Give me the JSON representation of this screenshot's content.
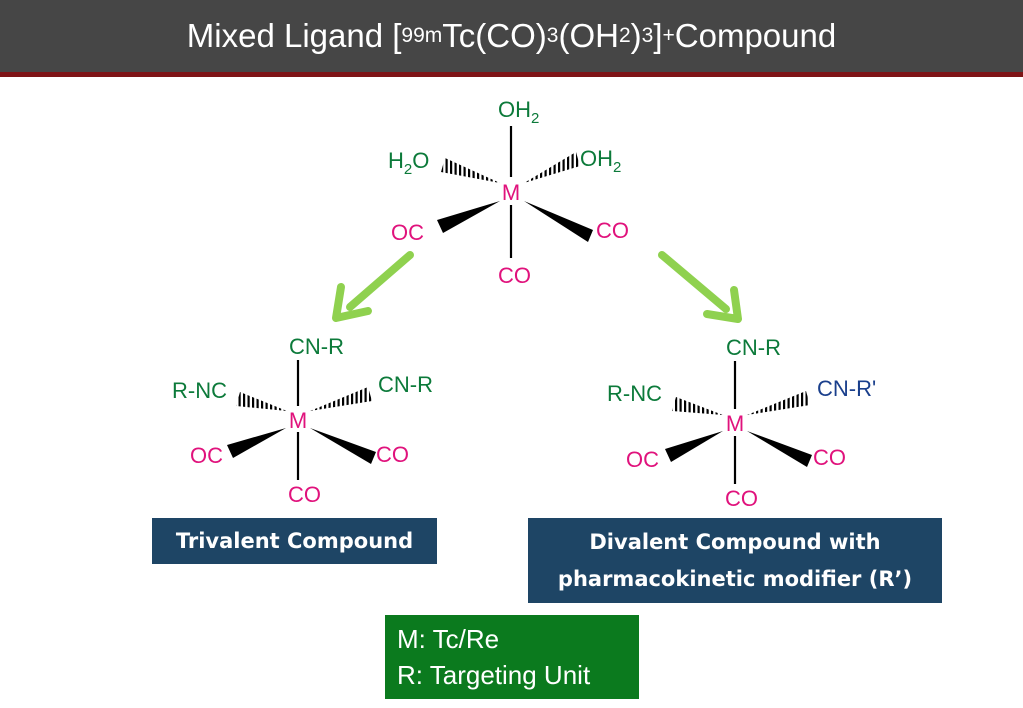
{
  "title": {
    "pre": "Mixed Ligand [",
    "sup": "99m",
    "part1": "Tc(CO)",
    "sub1": "3",
    "part2": "(OH",
    "sub2": "2",
    "part3": ")",
    "sub3": "3",
    "part4": "]",
    "sup2": "+",
    "post": " Compound"
  },
  "colors": {
    "header_bg": "#464646",
    "header_rule": "#7e1416",
    "metal_pink": "#e0127c",
    "ligand_green": "#0c7a3a",
    "modifier_blue": "#1a3f8c",
    "arrow_green": "#8fd14f",
    "box_blue": "#1e4565",
    "legend_green": "#0b7a1e"
  },
  "top_complex": {
    "metal": "M",
    "top": {
      "main": "OH",
      "sub": "2"
    },
    "upper_left": {
      "pre": "H",
      "sub": "2",
      "post": "O"
    },
    "upper_right": {
      "main": "OH",
      "sub": "2"
    },
    "lower_left": "OC",
    "lower_right": "CO",
    "bottom": "CO"
  },
  "left_complex": {
    "metal": "M",
    "top": "CN-R",
    "upper_left": "R-NC",
    "upper_right": "CN-R",
    "lower_left": "OC",
    "lower_right": "CO",
    "bottom": "CO"
  },
  "right_complex": {
    "metal": "M",
    "top": "CN-R",
    "upper_left": "R-NC",
    "upper_right": "CN-R'",
    "lower_left": "OC",
    "lower_right": "CO",
    "bottom": "CO"
  },
  "trivalent_label": "Trivalent Compound",
  "divalent_label_line1": "Divalent Compound with",
  "divalent_label_line2": "pharmacokinetic modifier (R’)",
  "legend": {
    "line1": "M: Tc/Re",
    "line2": "R: Targeting Unit"
  }
}
